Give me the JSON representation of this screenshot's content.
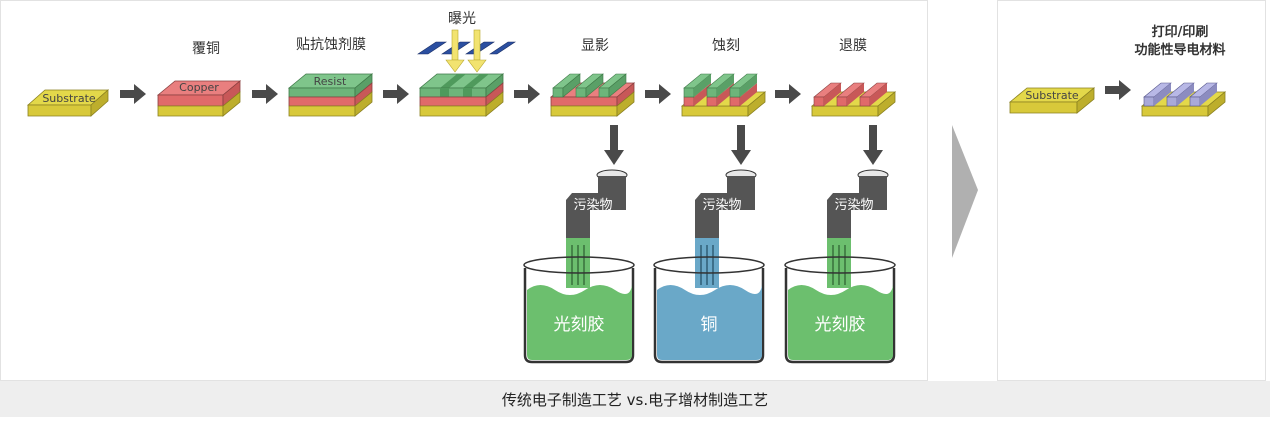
{
  "left_panel": {
    "steps": [
      {
        "title": "",
        "layer_label": "Substrate"
      },
      {
        "title": "覆铜",
        "layer_label": "Copper"
      },
      {
        "title": "贴抗蚀剂膜",
        "layer_label": "Resist"
      },
      {
        "title": "曝光",
        "layer_label": ""
      },
      {
        "title": "显影",
        "layer_label": ""
      },
      {
        "title": "蚀刻",
        "layer_label": ""
      },
      {
        "title": "退膜",
        "layer_label": ""
      }
    ],
    "pipes": [
      {
        "label": "污染物",
        "beaker_label": "光刻胶",
        "liquid_color": "#6cbf6e"
      },
      {
        "label": "污染物",
        "beaker_label": "铜",
        "liquid_color": "#6aa8c8"
      },
      {
        "label": "污染物",
        "beaker_label": "光刻胶",
        "liquid_color": "#6cbf6e"
      }
    ]
  },
  "right_panel": {
    "title": "打印/印刷\n功能性导电材料",
    "title_line1": "打印/印刷",
    "title_line2": "功能性导电材料",
    "substrate_label": "Substrate"
  },
  "caption": "传统电子制造工艺 vs.电子增材制造工艺",
  "colors": {
    "substrate": "#e3d84a",
    "copper": "#e97f7f",
    "resist": "#7fc58b",
    "conductive": "#a9a9d8",
    "arrow": "#4a4a4a",
    "pipe": "#555555",
    "exposure_arrow": "#f2e370",
    "mask": "#2b4fa0",
    "chevron": "#b0b0b0",
    "caption_bar": "#eeeeee"
  }
}
